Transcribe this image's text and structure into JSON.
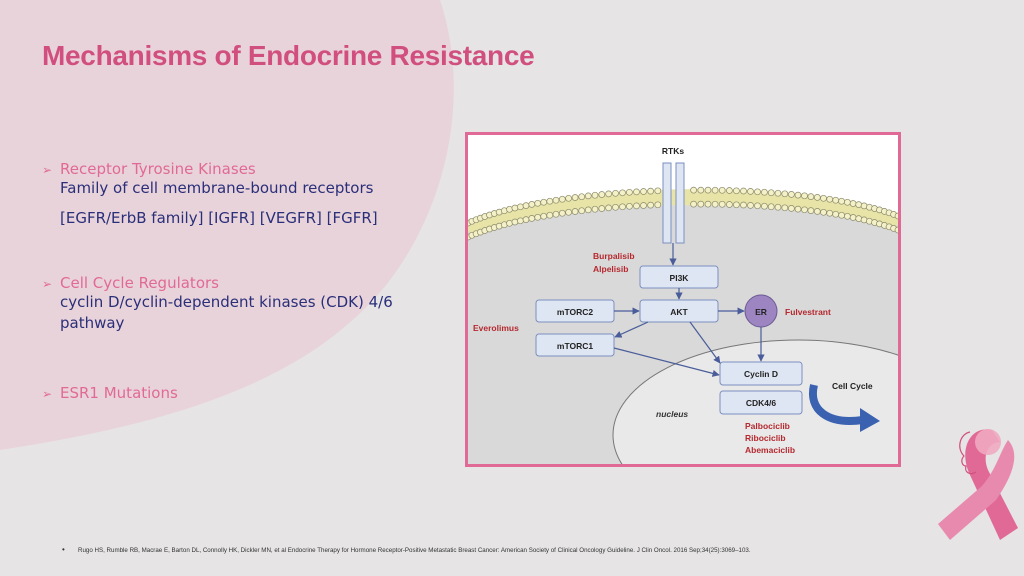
{
  "title": "Mechanisms of Endocrine Resistance",
  "bullets": [
    {
      "heading": "Receptor Tyrosine Kinases",
      "lines": [
        "Family of cell membrane-bound receptors",
        "[EGFR/ErbB family] [IGFR] [VEGFR] [FGFR]"
      ]
    },
    {
      "heading": "Cell Cycle Regulators",
      "lines": [
        "cyclin D/cyclin-dependent kinases (CDK) 4/6",
        "pathway"
      ]
    },
    {
      "heading": "ESR1 Mutations",
      "lines": []
    }
  ],
  "bullet_marker": "➢",
  "diagram": {
    "rtks": "RTKs",
    "pi3k": "PI3K",
    "akt": "AKT",
    "mtorc2": "mTORC2",
    "mtorc1": "mTORC1",
    "er": "ER",
    "cyclin_d": "Cyclin D",
    "cdk46": "CDK4/6",
    "pi3k_drugs": [
      "Burpalisib",
      "Alpelisib"
    ],
    "everolimus": "Everolimus",
    "fulvestrant": "Fulvestrant",
    "cell_cycle": "Cell Cycle",
    "nucleus": "nucleus",
    "cdk_drugs": [
      "Palbociclib",
      "Ribociclib",
      "Abemaciclib"
    ]
  },
  "reference": {
    "marker": "•",
    "text": "Rugo HS, Rumble RB, Macrae E, Barton DL, Connolly HK, Dickler MN, et al Endocrine Therapy for Hormone Receptor-Positive Metastatic Breast Cancer: American Society of Clinical Oncology Guideline. J Clin Oncol. 2016 Sep;34(25):3069–103."
  },
  "colors": {
    "title": "#d14f7e",
    "bullet_heading": "#e06a95",
    "bullet_text": "#2a2f7a",
    "frame": "#e06a95",
    "drug_text": "#b5282e",
    "node_fill": "#dfe6f3",
    "node_stroke": "#7b8fbf",
    "er_fill": "#9c85c0"
  }
}
